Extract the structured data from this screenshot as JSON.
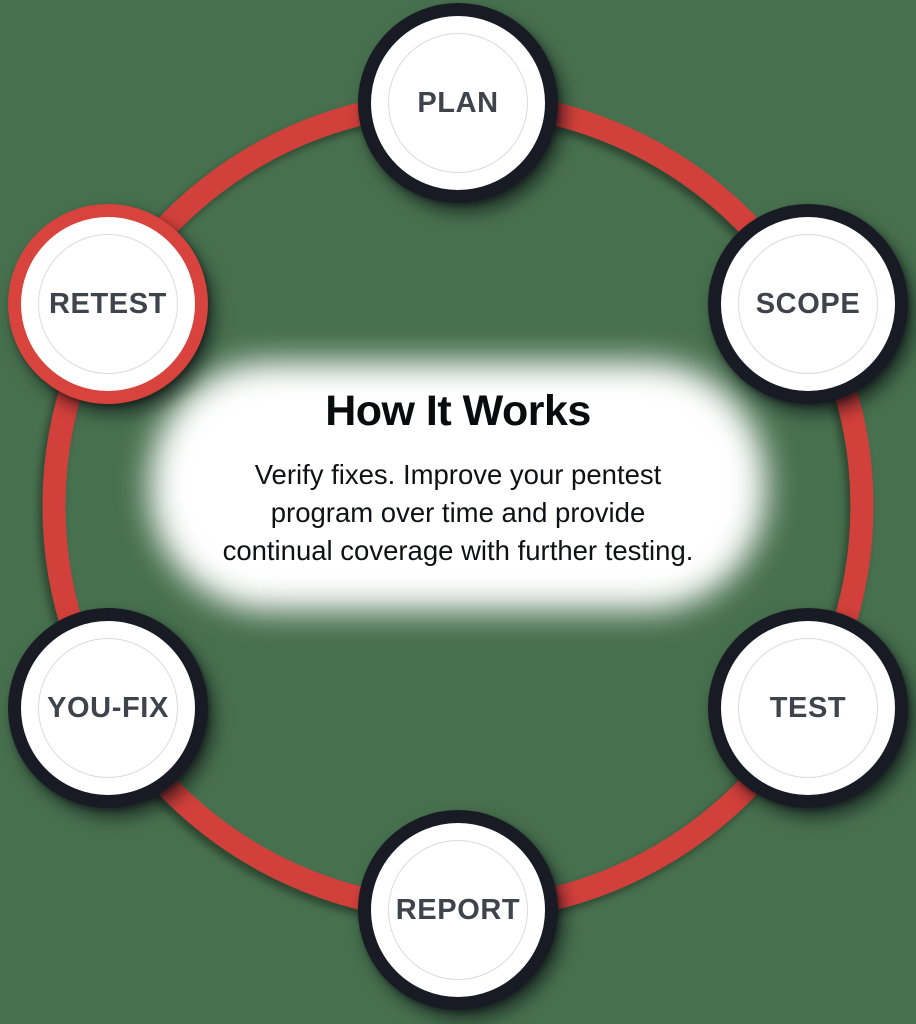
{
  "title": "How It Works",
  "subtitle_lines": [
    "Verify fixes. Improve your pentest",
    "program over time and provide",
    "continual coverage with further testing."
  ],
  "steps": [
    {
      "id": "plan",
      "label": "PLAN",
      "active": false
    },
    {
      "id": "scope",
      "label": "SCOPE",
      "active": false
    },
    {
      "id": "test",
      "label": "TEST",
      "active": false
    },
    {
      "id": "report",
      "label": "REPORT",
      "active": false
    },
    {
      "id": "you-fix",
      "label": "YOU-FIX",
      "active": false
    },
    {
      "id": "retest",
      "label": "RETEST",
      "active": true
    }
  ],
  "colors": {
    "background_green": "#47704E",
    "ring_red": "#D2413A",
    "node_ring_dark": "#181B24",
    "active_ring_red": "#D8443D",
    "label_gray": "#3F434B",
    "title_black": "#0A0B0C"
  }
}
